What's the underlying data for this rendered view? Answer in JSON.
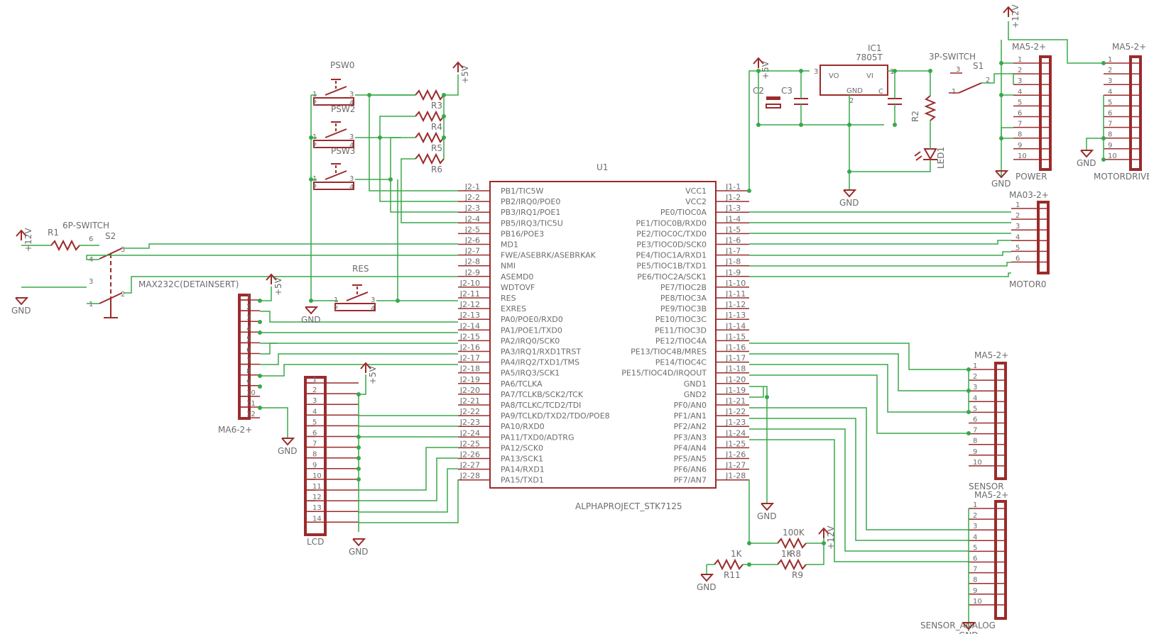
{
  "u1": {
    "name": "U1",
    "value": "ALPHAPROJECT_STK7125",
    "left_pins": [
      {
        "pin": "J2-1",
        "sig": "PB1/TIC5W"
      },
      {
        "pin": "J2-2",
        "sig": "PB2/IRQ0/POE0"
      },
      {
        "pin": "J2-3",
        "sig": "PB3/IRQ1/POE1"
      },
      {
        "pin": "J2-4",
        "sig": "PB5/IRQ3/TIC5U"
      },
      {
        "pin": "J2-5",
        "sig": "PB16/POE3"
      },
      {
        "pin": "J2-6",
        "sig": "MD1"
      },
      {
        "pin": "J2-7",
        "sig": "FWE/ASEBRK/ASEBRKAK"
      },
      {
        "pin": "J2-8",
        "sig": "NMI"
      },
      {
        "pin": "J2-9",
        "sig": "ASEMD0"
      },
      {
        "pin": "J2-10",
        "sig": "WDTOVF"
      },
      {
        "pin": "J2-11",
        "sig": "RES"
      },
      {
        "pin": "J2-12",
        "sig": "EXRES"
      },
      {
        "pin": "J2-13",
        "sig": "PA0/POE0/RXD0"
      },
      {
        "pin": "J2-14",
        "sig": "PA1/POE1/TXD0"
      },
      {
        "pin": "J2-15",
        "sig": "PA2/IRQ0/SCK0"
      },
      {
        "pin": "J2-16",
        "sig": "PA3/IRQ1/RXD1TRST"
      },
      {
        "pin": "J2-17",
        "sig": "PA4/IRQ2/TXD1/TMS"
      },
      {
        "pin": "J2-18",
        "sig": "PA5/IRQ3/SCK1"
      },
      {
        "pin": "J2-19",
        "sig": "PA6/TCLKA"
      },
      {
        "pin": "J2-20",
        "sig": "PA7/TCLKB/SCK2/TCK"
      },
      {
        "pin": "J2-21",
        "sig": "PA8/TCLKC/TCD2/TDI"
      },
      {
        "pin": "J2-22",
        "sig": "PA9/TCLKD/TXD2/TDO/POE8"
      },
      {
        "pin": "J2-23",
        "sig": "PA10/RXD0"
      },
      {
        "pin": "J2-24",
        "sig": "PA11/TXD0/ADTRG"
      },
      {
        "pin": "J2-25",
        "sig": "PA12/SCK0"
      },
      {
        "pin": "J2-26",
        "sig": "PA13/SCK1"
      },
      {
        "pin": "J2-27",
        "sig": "PA14/RXD1"
      },
      {
        "pin": "J2-28",
        "sig": "PA15/TXD1"
      }
    ],
    "right_pins": [
      {
        "pin": "J1-1",
        "sig": "VCC1"
      },
      {
        "pin": "J1-2",
        "sig": "VCC2"
      },
      {
        "pin": "J1-3",
        "sig": "PE0/TIOC0A"
      },
      {
        "pin": "J1-4",
        "sig": "PE1/TIOC0B/RXD0"
      },
      {
        "pin": "J1-5",
        "sig": "PE2/TIOC0C/TXD0"
      },
      {
        "pin": "J1-6",
        "sig": "PE3/TIOC0D/SCK0"
      },
      {
        "pin": "J1-7",
        "sig": "PE4/TIOC1A/RXD1"
      },
      {
        "pin": "J1-8",
        "sig": "PE5/TIOC1B/TXD1"
      },
      {
        "pin": "J1-9",
        "sig": "PE6/TIOC2A/SCK1"
      },
      {
        "pin": "J1-10",
        "sig": "PE7/TIOC2B"
      },
      {
        "pin": "J1-11",
        "sig": "PE8/TIOC3A"
      },
      {
        "pin": "J1-12",
        "sig": "PE9/TIOC3B"
      },
      {
        "pin": "J1-13",
        "sig": "PE10/TIOC3C"
      },
      {
        "pin": "J1-14",
        "sig": "PE11/TIOC3D"
      },
      {
        "pin": "J1-15",
        "sig": "PE12/TIOC4A"
      },
      {
        "pin": "J1-16",
        "sig": "PE13/TIOC4B/MRES"
      },
      {
        "pin": "J1-17",
        "sig": "PE14/TIOC4C"
      },
      {
        "pin": "J1-18",
        "sig": "PE15/TIOC4D/IRQOUT"
      },
      {
        "pin": "J1-20",
        "sig": "GND1"
      },
      {
        "pin": "J1-19",
        "sig": "GND2"
      },
      {
        "pin": "J1-21",
        "sig": "PF0/AN0"
      },
      {
        "pin": "J1-22",
        "sig": "PF1/AN1"
      },
      {
        "pin": "J1-23",
        "sig": "PF2/AN2"
      },
      {
        "pin": "J1-24",
        "sig": "PF3/AN3"
      },
      {
        "pin": "J1-25",
        "sig": "PF4/AN4"
      },
      {
        "pin": "J1-26",
        "sig": "PF5/AN5"
      },
      {
        "pin": "J1-27",
        "sig": "PF6/AN6"
      },
      {
        "pin": "J1-28",
        "sig": "PF7/AN7"
      }
    ]
  },
  "pin_numbers": [
    "1",
    "2",
    "3",
    "4",
    "5",
    "6",
    "7",
    "8",
    "9",
    "10",
    "11",
    "12",
    "13",
    "14"
  ],
  "labels": {
    "ic1": "IC1",
    "ic1_value": "7805T",
    "vo": "VO",
    "vi": "VI",
    "gnd": "GND",
    "c": "C",
    "c2": "C2",
    "c3": "C3",
    "r2": "R2",
    "led1": "LED1",
    "switch3p": "3P-SWITCH",
    "s1": "S1",
    "ma5": "MA5-2+",
    "ma03": "MA03-2+",
    "ma6": "MA6-2+",
    "power": "POWER",
    "motordriver": "MOTORDRIVER",
    "motor0": "MOTOR0",
    "sensor": "SENSOR",
    "sensor_analog": "SENSOR_ANALOG",
    "lcd": "LCD",
    "max232c": "MAX232C(DETAINSERT)",
    "switch6p": "6P-SWITCH",
    "s2": "S2",
    "r1": "R1",
    "psw0": "PSW0",
    "psw2": "PSW2",
    "psw3": "PSW3",
    "res": "RES",
    "r3": "R3",
    "r4": "R4",
    "r5": "R5",
    "r6": "R6",
    "r8": "R8",
    "r9": "R9",
    "r11": "R11",
    "r100k": "100K",
    "r1k": "1K",
    "r1k_b": "1K",
    "plus12v": "+12V",
    "plus5v": "+5V",
    "vcc_plus": "+",
    "vcc_five": "5",
    "g1": "1",
    "g2": "2",
    "g3": "3",
    "g4": "4",
    "g5": "5",
    "g6": "6"
  }
}
